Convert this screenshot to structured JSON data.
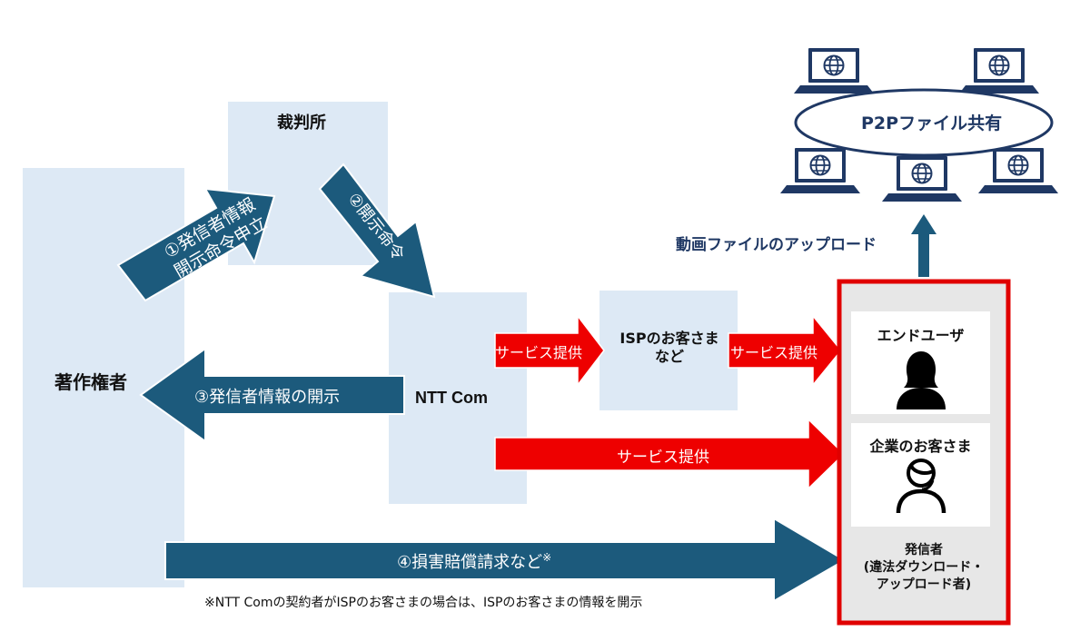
{
  "nodes": {
    "court": "裁判所",
    "copyright_holder": "著作権者",
    "ntt_com": "NTT Com",
    "isp_customer": "ISPのお客さま\nなど",
    "p2p": "P2Pファイル共有",
    "end_user": "エンドユーザ",
    "enterprise_customer": "企業のお客さま",
    "sender": "発信者\n(違法ダウンロード・\nアップロード者)"
  },
  "arrows": {
    "request": "①発信者情報\n開示命令申立",
    "order": "②開示命令",
    "disclosure": "③発信者情報の開示",
    "damages": "④損害賠償請求など",
    "damages_mark": "※",
    "service_to_isp": "サービス提供",
    "service_to_enduser": "サービス提供",
    "service_to_enterprise": "サービス提供",
    "upload": "動画ファイルのアップロード"
  },
  "footnote": "※NTT Comの契約者がISPのお客さまの場合は、ISPのお客さまの情報を開示",
  "colors": {
    "box_bg": "#dde9f5",
    "teal_arrow": "#1c5a7c",
    "red_arrow": "#ee0000",
    "navy": "#1f3864",
    "highlight_border": "#e00000"
  },
  "icons": [
    "globe-icon",
    "laptop-icon",
    "person-long-hair-icon",
    "person-headset-icon"
  ]
}
